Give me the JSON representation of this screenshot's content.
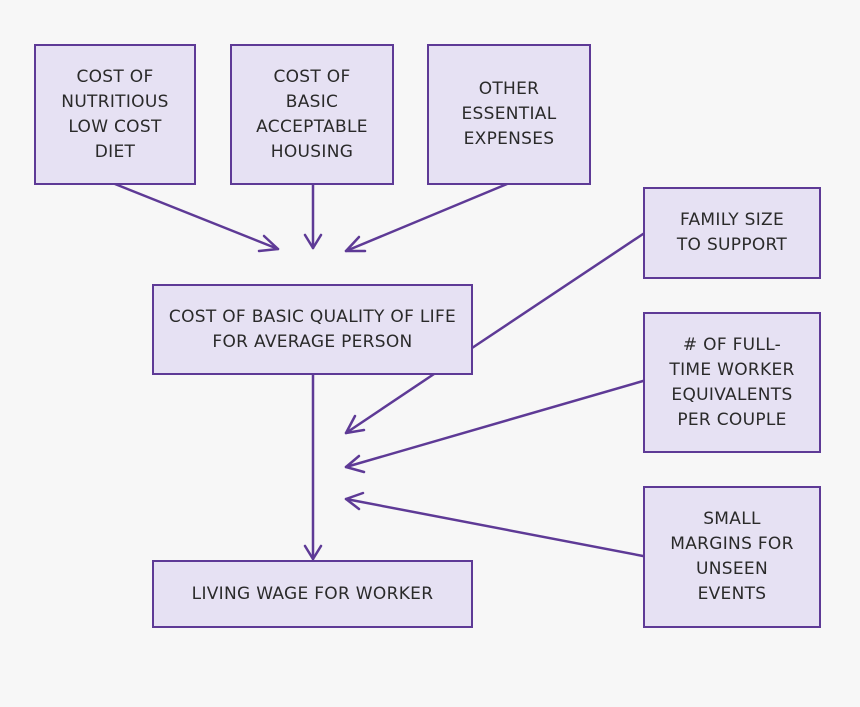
{
  "colors": {
    "stroke": "#5e3a96",
    "box_fill": "#e6e1f3",
    "background": "#f7f7f7",
    "text": "#2a2a2a"
  },
  "boxes": {
    "nutritious_diet": "COST OF\nNUTRITIOUS\nLOW COST\nDIET",
    "basic_housing": "COST OF\nBASIC\nACCEPTABLE\nHOUSING",
    "other_expenses": "OTHER\nESSENTIAL\nEXPENSES",
    "quality_of_life": "COST OF BASIC QUALITY OF LIFE\nFOR AVERAGE PERSON",
    "family_size": "FAMILY SIZE\nTO SUPPORT",
    "full_time_equivalents": "# OF FULL-\nTIME WORKER\nEQUIVALENTS\nPER COUPLE",
    "small_margins": "SMALL\nMARGINS FOR\nUNSEEN\nEVENTS",
    "living_wage": "LIVING WAGE FOR WORKER"
  }
}
